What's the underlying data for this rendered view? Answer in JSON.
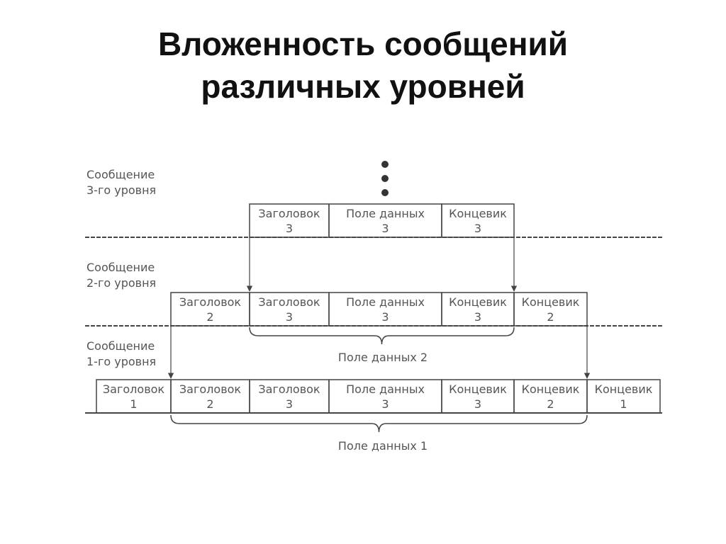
{
  "title": {
    "line1": "Вложенность сообщений",
    "line2": "различных уровней"
  },
  "levels": [
    {
      "line1": "Сообщение",
      "line2": "3-го уровня"
    },
    {
      "line1": "Сообщение",
      "line2": "2-го уровня"
    },
    {
      "line1": "Сообщение",
      "line2": "1-го уровня"
    }
  ],
  "rows": [
    {
      "name": "level-3",
      "cells": [
        {
          "line1": "Заголовок",
          "line2": "3"
        },
        {
          "line1": "Поле данных",
          "line2": "3"
        },
        {
          "line1": "Концевик",
          "line2": "3"
        }
      ]
    },
    {
      "name": "level-2",
      "cells": [
        {
          "line1": "Заголовок",
          "line2": "2"
        },
        {
          "line1": "Заголовок",
          "line2": "3"
        },
        {
          "line1": "Поле данных",
          "line2": "3"
        },
        {
          "line1": "Концевик",
          "line2": "3"
        },
        {
          "line1": "Концевик",
          "line2": "2"
        }
      ]
    },
    {
      "name": "level-1",
      "cells": [
        {
          "line1": "Заголовок",
          "line2": "1"
        },
        {
          "line1": "Заголовок",
          "line2": "2"
        },
        {
          "line1": "Заголовок",
          "line2": "3"
        },
        {
          "line1": "Поле данных",
          "line2": "3"
        },
        {
          "line1": "Концевик",
          "line2": "3"
        },
        {
          "line1": "Концевик",
          "line2": "2"
        },
        {
          "line1": "Концевик",
          "line2": "1"
        }
      ]
    }
  ],
  "braces": [
    {
      "label": "Поле данных 2"
    },
    {
      "label": "Поле данных 1"
    }
  ],
  "colors": {
    "line": "#444444",
    "text": "#555555"
  }
}
